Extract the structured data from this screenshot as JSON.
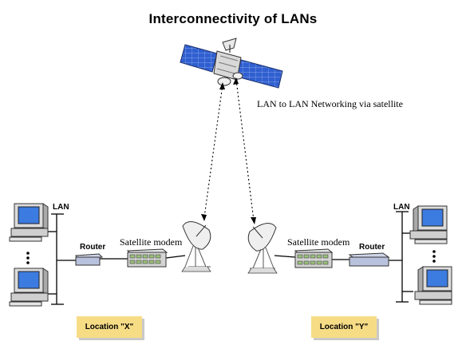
{
  "title": "Interconnectivity of LANs",
  "caption": "LAN to LAN Networking via satellite",
  "left_site": {
    "lan_label": "LAN",
    "router_label": "Router",
    "modem_label": "Satellite modem",
    "location_label": "Location \"X\""
  },
  "right_site": {
    "lan_label": "LAN",
    "router_label": "Router",
    "modem_label": "Satellite modem",
    "location_label": "Location \"Y\""
  },
  "colors": {
    "location_fill": "#f7dc86",
    "panel_blue": "#2f5fd0",
    "screen_blue": "#3c7be0"
  }
}
